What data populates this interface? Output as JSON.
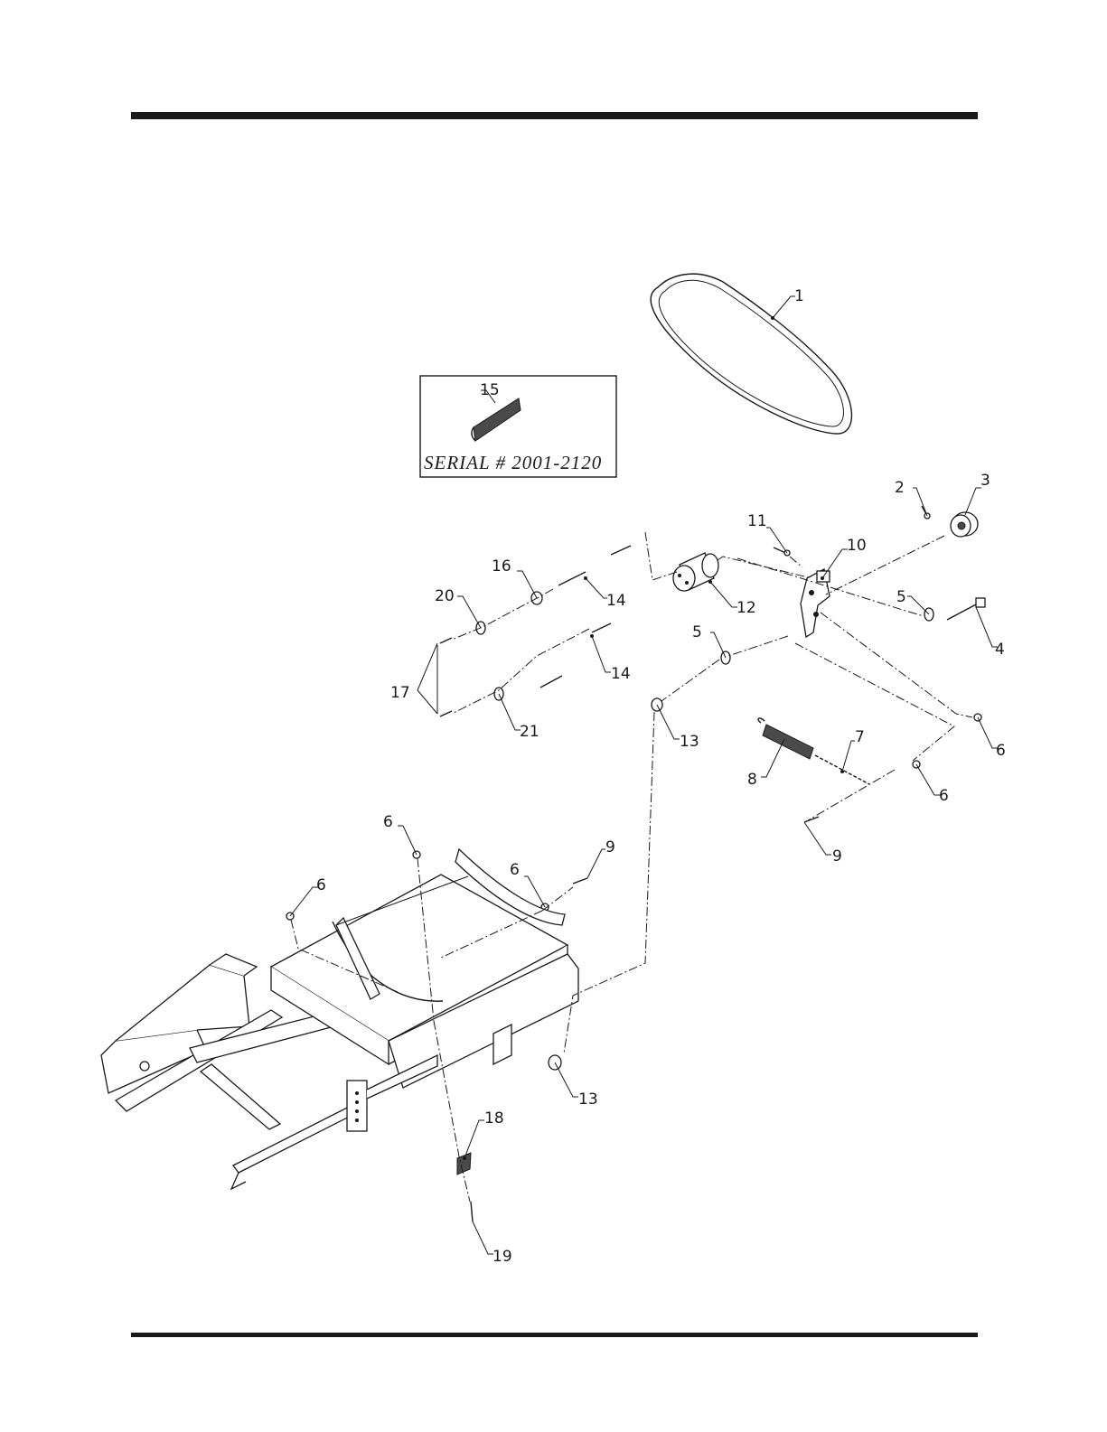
{
  "callouts": {
    "c1": "1",
    "c2": "2",
    "c3": "3",
    "c4": "4",
    "c5a": "5",
    "c5b": "5",
    "c6a": "6",
    "c6b": "6",
    "c6c": "6",
    "c6d": "6",
    "c6e": "6",
    "c7": "7",
    "c8": "8",
    "c9a": "9",
    "c9b": "9",
    "c10": "10",
    "c11": "11",
    "c12": "12",
    "c13a": "13",
    "c13b": "13",
    "c14a": "14",
    "c14b": "14",
    "c15": "15",
    "c16": "16",
    "c17": "17",
    "c18": "18",
    "c19": "19",
    "c20": "20",
    "c21": "21"
  },
  "inset": {
    "serial_label": "SERIAL # 2001-2120"
  }
}
